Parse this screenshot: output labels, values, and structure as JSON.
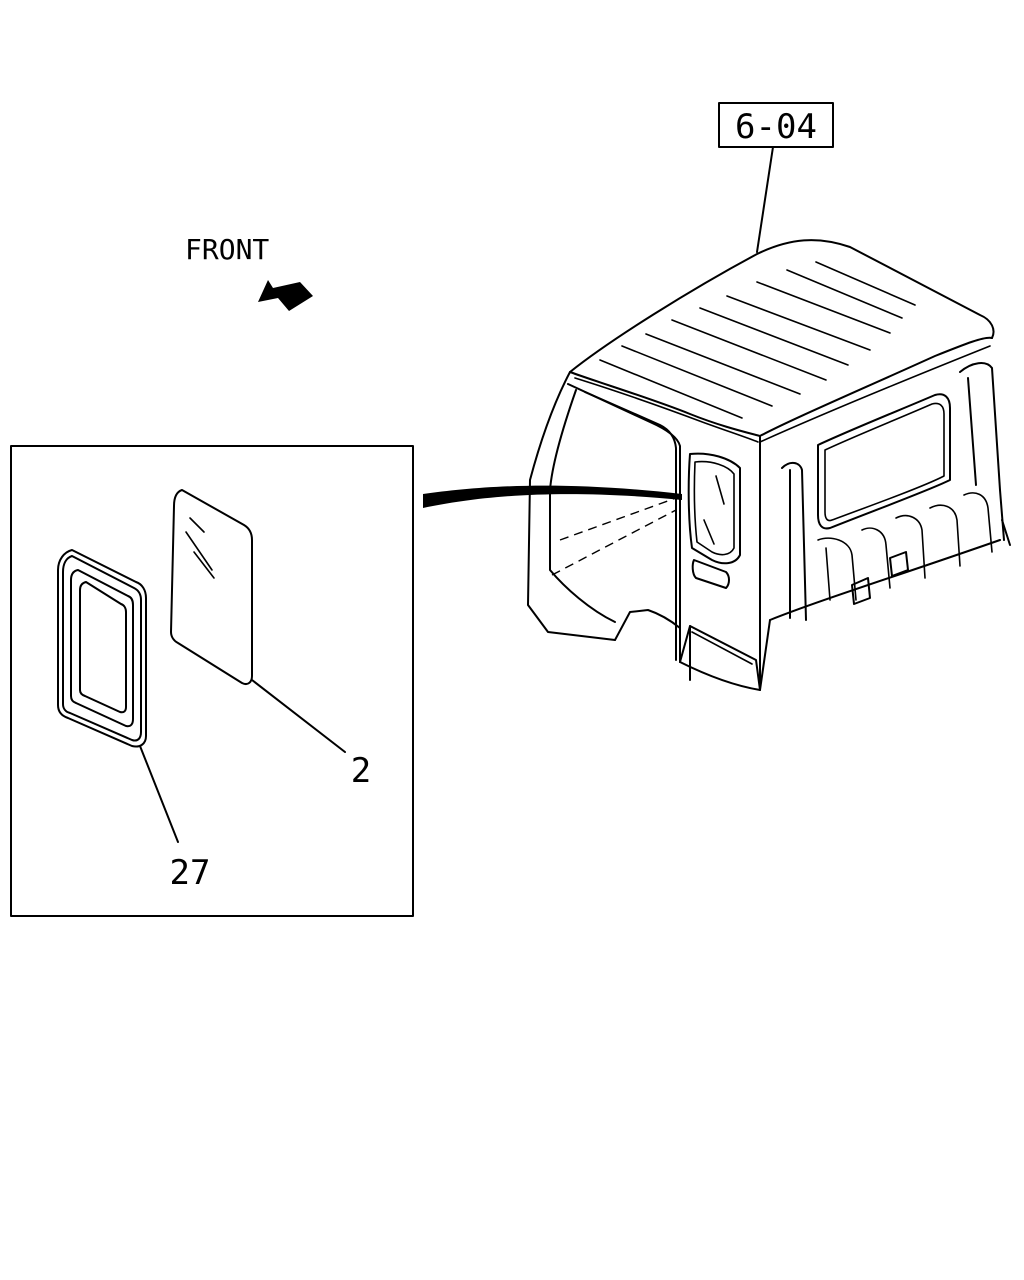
{
  "diagram": {
    "ref_code": "6-04",
    "direction_label": "FRONT",
    "callouts": [
      {
        "number": "2",
        "part": "window-glass"
      },
      {
        "number": "27",
        "part": "window-seal"
      }
    ],
    "icons": [
      "front-arrow-icon"
    ],
    "colors": {
      "line": "#000000",
      "background": "#ffffff"
    }
  }
}
